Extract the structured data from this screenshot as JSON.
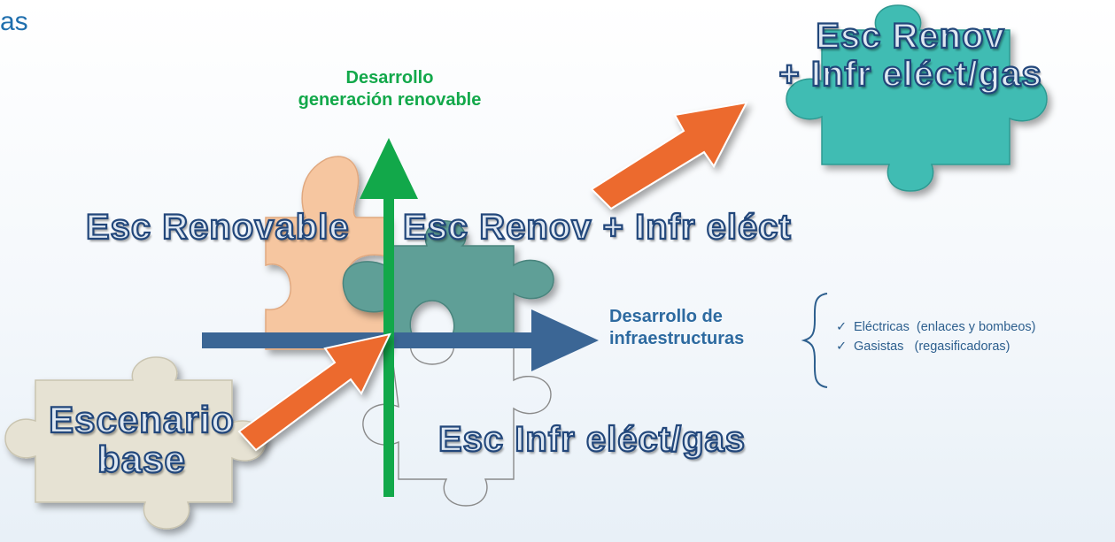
{
  "title_fragment": "as",
  "vertical_axis": {
    "label_line1": "Desarrollo",
    "label_line2": "generación renovable",
    "color": "#12a84a"
  },
  "horizontal_axis": {
    "label_line1": "Desarrollo de",
    "label_line2": "infraestructuras",
    "color": "#2d6aa0",
    "items": [
      "Eléctricas  (enlaces y bombeos)",
      "Gasistas   (regasificadoras)"
    ]
  },
  "scenarios": {
    "base": {
      "line1": "Escenario",
      "line2": "base",
      "color": "#e6e2d3"
    },
    "renovable": {
      "label": "Esc Renovable",
      "color": "#f6c6a0"
    },
    "renov_infr": {
      "label": "Esc Renov + Infr eléct",
      "color": "#5f9f97"
    },
    "infr_gas": {
      "label": "Esc Infr eléct/gas"
    },
    "renov_infr_gas": {
      "line1": "Esc Renov",
      "line2": "+ Infr eléct/gas",
      "color": "#3fbcb3"
    }
  },
  "arrow_color": "#ec6a2d",
  "check_glyph": "✓"
}
